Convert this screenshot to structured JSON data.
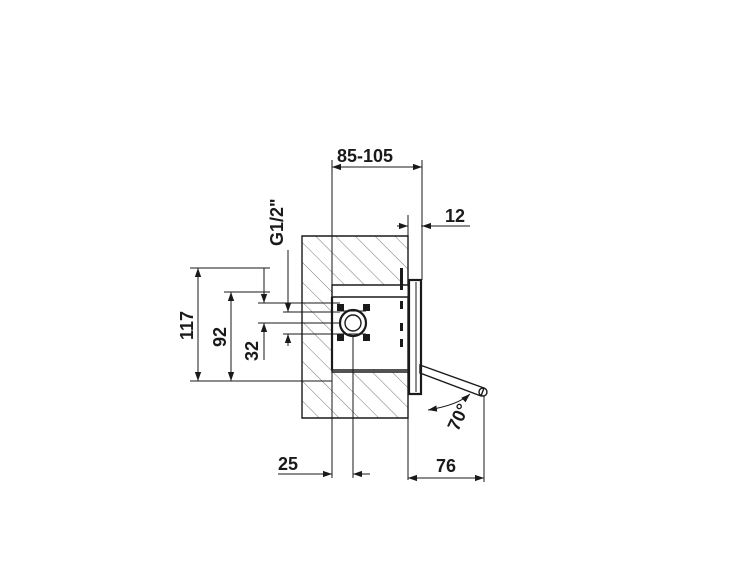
{
  "dimensions": {
    "depth_range": "85-105",
    "plate_thickness": "12",
    "thread": "G1/2\"",
    "height_total": "117",
    "height_mid": "92",
    "height_small": "32",
    "offset_bottom": "25",
    "lever_projection": "76",
    "lever_angle": "70°"
  }
}
